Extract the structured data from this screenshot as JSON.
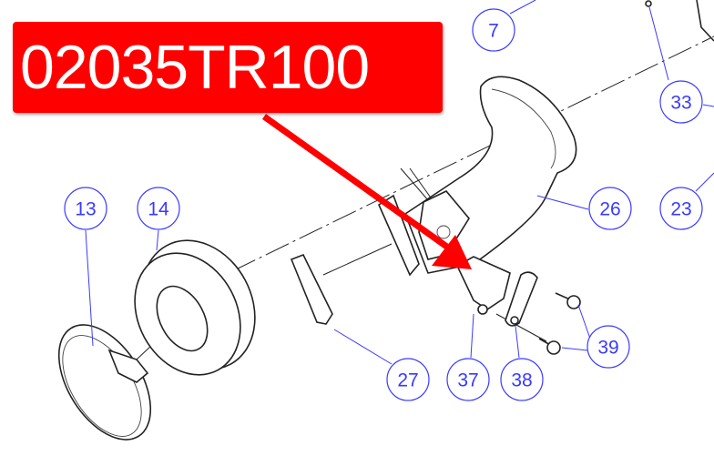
{
  "part_number": "02035TR100",
  "colors": {
    "label_bg": "#ff0000",
    "label_text": "#ffffff",
    "callout": "#3a3aff",
    "line": "#222222"
  },
  "callouts": [
    "7",
    "33",
    "13",
    "14",
    "26",
    "23",
    "27",
    "37",
    "38",
    "39"
  ]
}
